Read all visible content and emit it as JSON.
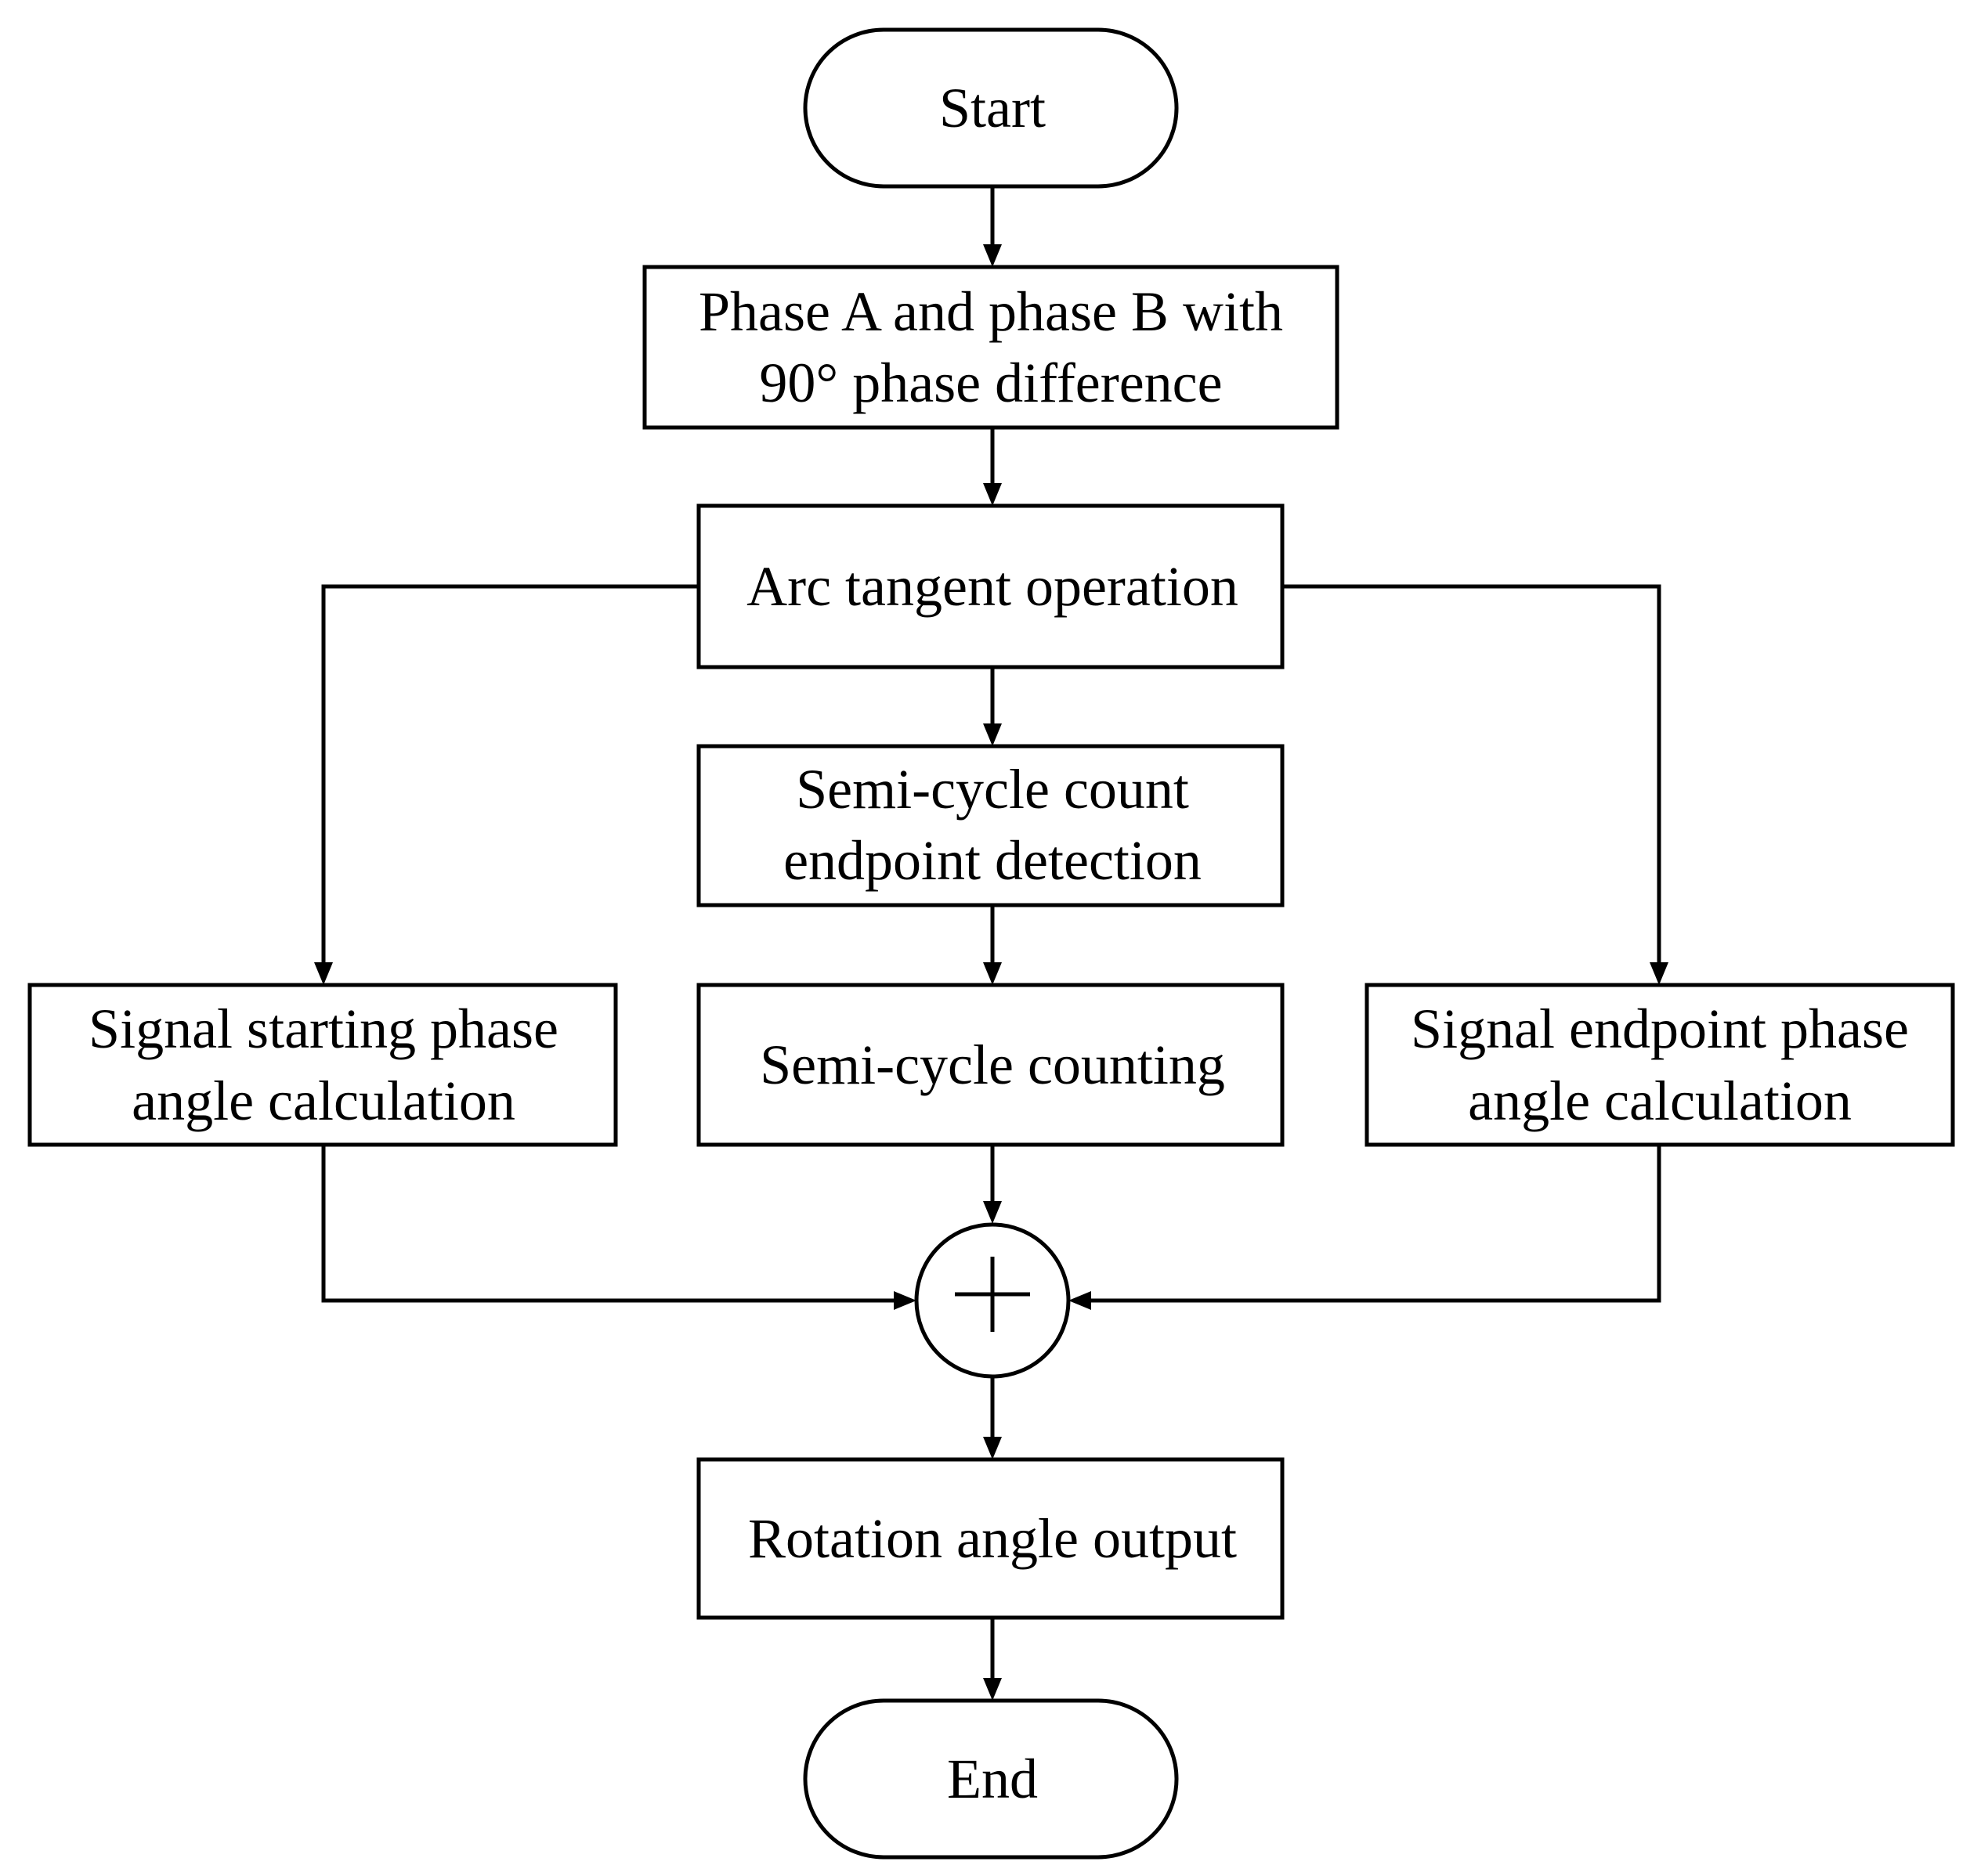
{
  "diagram": {
    "type": "flowchart",
    "nodes": {
      "start": {
        "label": "Start"
      },
      "phase_input": {
        "line1": "Phase A and phase B with",
        "line2": "90° phase difference"
      },
      "arctan": {
        "label": "Arc tangent operation"
      },
      "semi_cycle_detect": {
        "line1": "Semi-cycle count",
        "line2": "endpoint detection"
      },
      "start_phase": {
        "line1": "Signal starting phase",
        "line2": "angle calculation"
      },
      "semi_cycle_count": {
        "label": "Semi-cycle counting"
      },
      "end_phase": {
        "line1": "Signal endpoint phase",
        "line2": "angle calculation"
      },
      "sum": {
        "symbol": "+"
      },
      "output": {
        "label": "Rotation angle output"
      },
      "end": {
        "label": "End"
      }
    },
    "edges": [
      {
        "from": "start",
        "to": "phase_input"
      },
      {
        "from": "phase_input",
        "to": "arctan"
      },
      {
        "from": "arctan",
        "to": "semi_cycle_detect"
      },
      {
        "from": "arctan",
        "to": "start_phase"
      },
      {
        "from": "arctan",
        "to": "end_phase"
      },
      {
        "from": "semi_cycle_detect",
        "to": "semi_cycle_count"
      },
      {
        "from": "semi_cycle_count",
        "to": "sum"
      },
      {
        "from": "start_phase",
        "to": "sum"
      },
      {
        "from": "end_phase",
        "to": "sum"
      },
      {
        "from": "sum",
        "to": "output"
      },
      {
        "from": "output",
        "to": "end"
      }
    ]
  }
}
